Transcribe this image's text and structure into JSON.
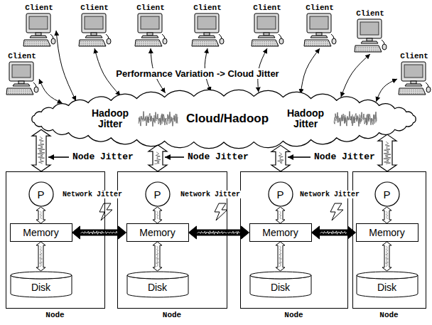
{
  "diagram": {
    "nodes": [
      {
        "text": [
          "Client"
        ]
      },
      {
        "text": [
          "Client"
        ]
      },
      {
        "text": [
          "Client"
        ]
      },
      {
        "text": [
          "Client"
        ]
      },
      {
        "text": [
          "Client"
        ]
      },
      {
        "text": [
          "Client"
        ]
      },
      {
        "text": [
          "Client"
        ]
      },
      {
        "text": [
          "Client"
        ]
      },
      {
        "text": [
          "Client"
        ]
      },
      {
        "text": [
          "Hadoop Jitter",
          "Cloud/Hadoop",
          "Hadoop Jitter"
        ]
      },
      {
        "text": [
          "Node"
        ]
      },
      {
        "text": [
          "P"
        ],
        "in": 10
      },
      {
        "text": [
          "Memory"
        ],
        "in": 10
      },
      {
        "text": [
          "Disk"
        ],
        "in": 10
      },
      {
        "text": [
          "Node"
        ]
      },
      {
        "text": [
          "P"
        ],
        "in": 14
      },
      {
        "text": [
          "Memory"
        ],
        "in": 14
      },
      {
        "text": [
          "Disk"
        ],
        "in": 14
      },
      {
        "text": [
          "Node"
        ]
      },
      {
        "text": [
          "P"
        ],
        "in": 18
      },
      {
        "text": [
          "Memory"
        ],
        "in": 18
      },
      {
        "text": [
          "Disk"
        ],
        "in": 18
      },
      {
        "text": [
          "Node"
        ]
      },
      {
        "text": [
          "P"
        ],
        "in": 22
      },
      {
        "text": [
          "Memory"
        ],
        "in": 22
      },
      {
        "text": [
          "Disk"
        ],
        "in": 22
      }
    ],
    "edges": [
      {
        "from": 0,
        "to": 9,
        "arrow": "both"
      },
      {
        "from": 1,
        "to": 9,
        "arrow": "both"
      },
      {
        "from": 2,
        "to": 9,
        "arrow": "both"
      },
      {
        "from": 3,
        "to": 9,
        "arrow": "both"
      },
      {
        "from": 4,
        "to": 9,
        "arrow": "both"
      },
      {
        "from": 5,
        "to": 9,
        "arrow": "both"
      },
      {
        "from": 6,
        "to": 9,
        "arrow": "both"
      },
      {
        "from": 7,
        "to": 9,
        "arrow": "both"
      },
      {
        "from": 8,
        "to": 9,
        "arrow": "both"
      },
      {
        "from": 9,
        "to": 10,
        "arrow": "both"
      },
      {
        "from": 9,
        "to": 14,
        "arrow": "both"
      },
      {
        "from": 9,
        "to": 18,
        "arrow": "both"
      },
      {
        "from": 9,
        "to": 22,
        "arrow": "both"
      },
      {
        "from": 11,
        "to": 12,
        "arrow": "both"
      },
      {
        "from": 12,
        "to": 13,
        "arrow": "both"
      },
      {
        "from": 15,
        "to": 16,
        "arrow": "both"
      },
      {
        "from": 16,
        "to": 17,
        "arrow": "both"
      },
      {
        "from": 19,
        "to": 20,
        "arrow": "both"
      },
      {
        "from": 20,
        "to": 21,
        "arrow": "both"
      },
      {
        "from": 23,
        "to": 24,
        "arrow": "both"
      },
      {
        "from": 24,
        "to": 25,
        "arrow": "both"
      },
      {
        "from": 12,
        "to": 16,
        "arrow": "both"
      },
      {
        "from": 16,
        "to": 20,
        "arrow": "both"
      },
      {
        "from": 20,
        "to": 24,
        "arrow": "both"
      }
    ],
    "labels": [
      "Performance Variation -> Cloud Jitter",
      "Node Jitter",
      "Node Jitter",
      "Node Jitter",
      "Network Jitter",
      "Network Jitter",
      "Network Jitter"
    ]
  }
}
